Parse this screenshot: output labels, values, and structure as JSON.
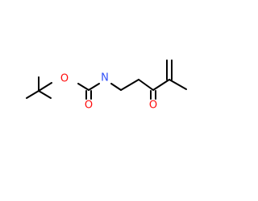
{
  "molecule": {
    "atoms": {
      "ester_oxygen": {
        "symbol": "O",
        "color": "#ff0d0d"
      },
      "carbonyl_oxygen_carbamate": {
        "symbol": "O",
        "color": "#ff0d0d"
      },
      "nitrogen": {
        "symbol": "N",
        "color": "#3050f8"
      },
      "ketone_oxygen": {
        "symbol": "O",
        "color": "#ff0d0d"
      }
    },
    "bond_color": "#000000"
  }
}
